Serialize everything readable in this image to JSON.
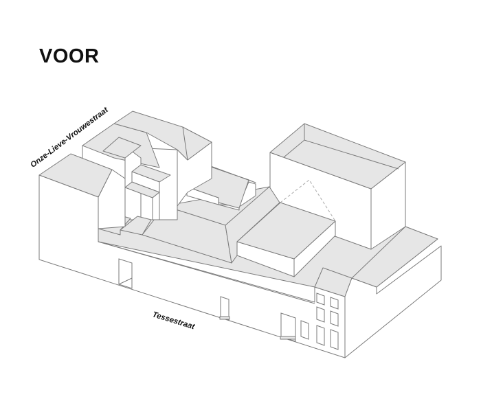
{
  "title": "VOOR",
  "streets": {
    "back": "Onze-Lieve-Vrouwestraat",
    "front": "Tessestraat"
  },
  "colors": {
    "roof": "#e6e6e6",
    "wall": "#ffffff",
    "line": "#7a7a7a"
  }
}
